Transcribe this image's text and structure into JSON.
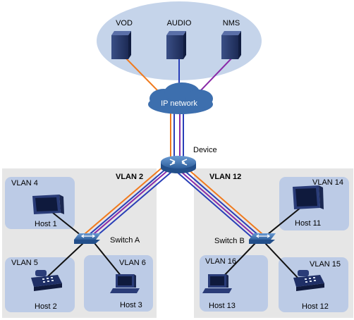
{
  "servers": {
    "vod": "VOD",
    "audio": "AUDIO",
    "nms": "NMS"
  },
  "cloud": {
    "label": "IP network"
  },
  "core": {
    "label": "Device"
  },
  "links": {
    "left_vlan": "VLAN 2",
    "right_vlan": "VLAN 12"
  },
  "switch_a": {
    "label": "Switch A"
  },
  "switch_b": {
    "label": "Switch B"
  },
  "hosts": [
    {
      "vlan": "VLAN 4",
      "name": "Host 1"
    },
    {
      "vlan": "VLAN 5",
      "name": "Host 2"
    },
    {
      "vlan": "VLAN 6",
      "name": "Host 3"
    },
    {
      "vlan": "VLAN 14",
      "name": "Host 11"
    },
    {
      "vlan": "VLAN 16",
      "name": "Host 13"
    },
    {
      "vlan": "VLAN 15",
      "name": "Host 12"
    }
  ],
  "colors": {
    "vod_link": "#f07a1e",
    "audio_link": "#2a3fb8",
    "nms_link": "#8a2aa8",
    "region_fill": "#e6e6e6",
    "ellipse_fill": "#c5d4ea",
    "host_box_fill": "#bccbe6",
    "cloud_fill": "#3d6fae"
  },
  "icons": {
    "servers": "tower-server-icon",
    "cloud": "cloud-icon",
    "core": "router-icon",
    "switches": "switch-icon",
    "hosts": [
      "monitor-icon",
      "phone-icon",
      "pc-icon",
      "monitor-icon",
      "pc-icon",
      "phone-icon"
    ]
  }
}
